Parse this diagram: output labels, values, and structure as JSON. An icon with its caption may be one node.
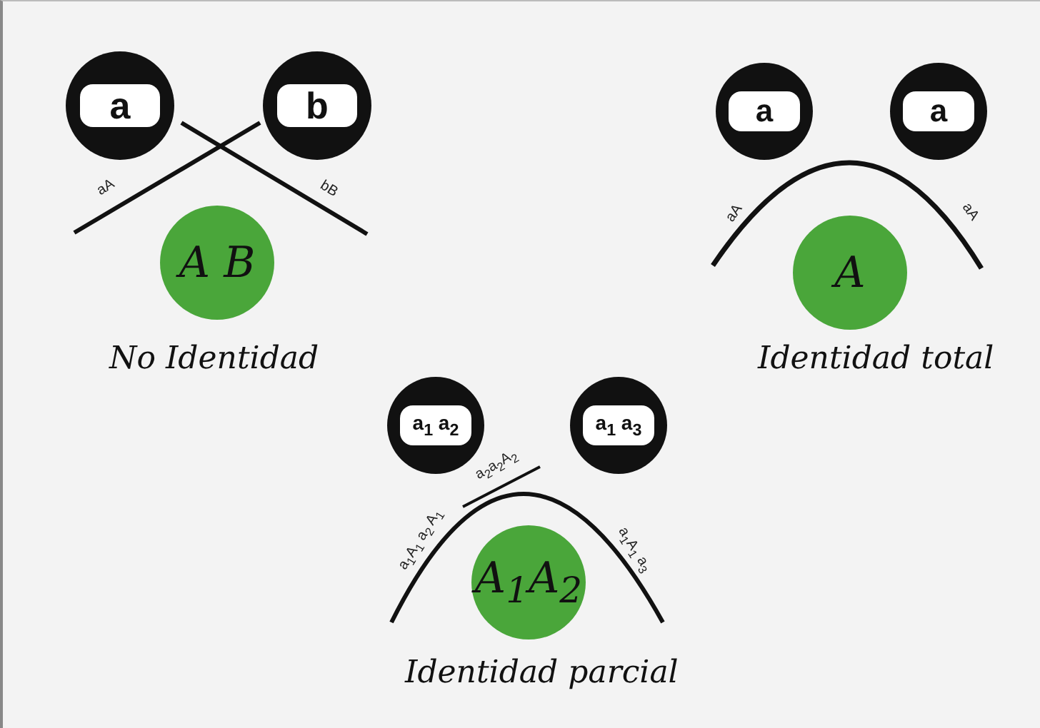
{
  "diagram": {
    "nodes": [
      {
        "text": [
          "a"
        ]
      },
      {
        "text": [
          "b"
        ]
      },
      {
        "text": [
          "A B"
        ]
      },
      {
        "text": [
          "a"
        ]
      },
      {
        "text": [
          "a"
        ]
      },
      {
        "text": [
          "A"
        ]
      },
      {
        "text": [
          "a$_{1}$ a$_{2}$"
        ]
      },
      {
        "text": [
          "a$_{1}$ a$_{3}$"
        ]
      },
      {
        "text": [
          "A$_{1}$A$_{2}$"
        ]
      }
    ],
    "labels": [
      "aA",
      "bB",
      "No Identidad",
      "aA",
      "aA",
      "Identidad total",
      "a$_{2}$a$_{2}$A$_{2}$",
      "a$_{1}$A$_{1}$ a$_{2}$ A$_{1}$",
      "a$_{1}$A$_{1}$ a$_{3}$",
      "Identidad parcial"
    ]
  }
}
